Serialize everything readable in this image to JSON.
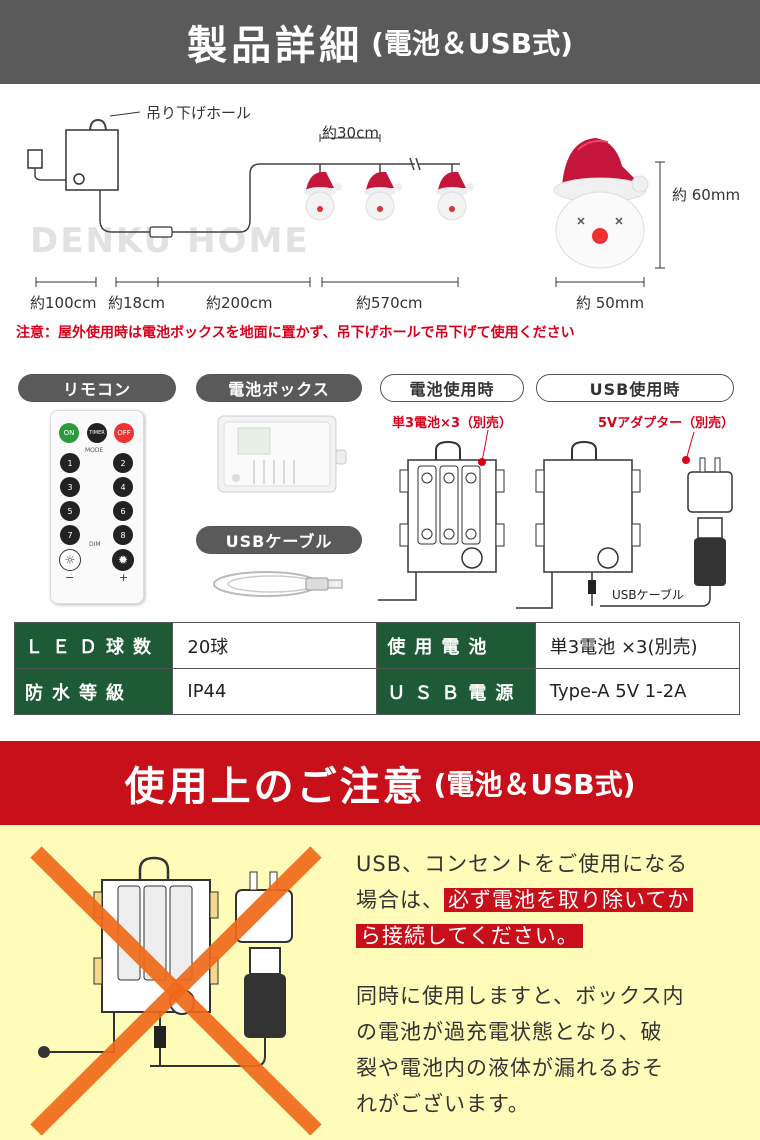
{
  "header": {
    "title": "製品詳細",
    "subtitle": "(電池＆USB式)"
  },
  "diagram": {
    "hang_hole": "吊り下げホール",
    "spacing": "約30cm",
    "height": "約 60mm",
    "width": "約 50mm",
    "dims": [
      "約100cm",
      "約18cm",
      "約200cm",
      "約570cm"
    ],
    "watermark": "DENKU HOME"
  },
  "notice": "注意：屋外使用時は電池ボックスを地面に置かず、吊下げホールで吊下げて使用ください",
  "accessories": {
    "remote": {
      "label": "リモコン",
      "buttons": [
        "ON",
        "TIMER",
        "OFF",
        "1",
        "2",
        "3",
        "4",
        "5",
        "6",
        "7",
        "8"
      ],
      "mode": "MODE",
      "dim": "DIM",
      "minus": "−",
      "plus": "+"
    },
    "battery_box": {
      "label": "電池ボックス"
    },
    "usb_cable": {
      "label": "USBケーブル"
    },
    "battery_use": {
      "label": "電池使用時",
      "note": "単3電池×3（別売）"
    },
    "usb_use": {
      "label": "USB使用時",
      "note": "5Vアダプター（別売）",
      "cable": "USBケーブル"
    }
  },
  "specs": [
    {
      "k1": "ＬＥＤ球数",
      "v1": "20球",
      "k2": "使用電池",
      "v2": "単3電池 ×3(別売)"
    },
    {
      "k1": "防水等級",
      "v1": "IP44",
      "k2": "ＵＳＢ電源",
      "v2": "Type-A 5V 1-2A"
    }
  ],
  "caution": {
    "title": "使用上のご注意",
    "subtitle": "(電池＆USB式)",
    "p1_a": "USB、コンセントをご使用になる",
    "p1_b": "場合は、",
    "p1_hl1": "必ず電池を取り除いてか",
    "p1_hl2": "ら接続してください。",
    "p2": [
      "同時に使用しますと、ボックス内",
      "の電池が過充電状態となり、破",
      "裂や電池内の液体が漏れるおそ",
      "れがございます。"
    ]
  },
  "colors": {
    "header_gray": "#5a5a5a",
    "red": "#c8101a",
    "green": "#1e5a36",
    "yellow": "#fffbb9"
  }
}
